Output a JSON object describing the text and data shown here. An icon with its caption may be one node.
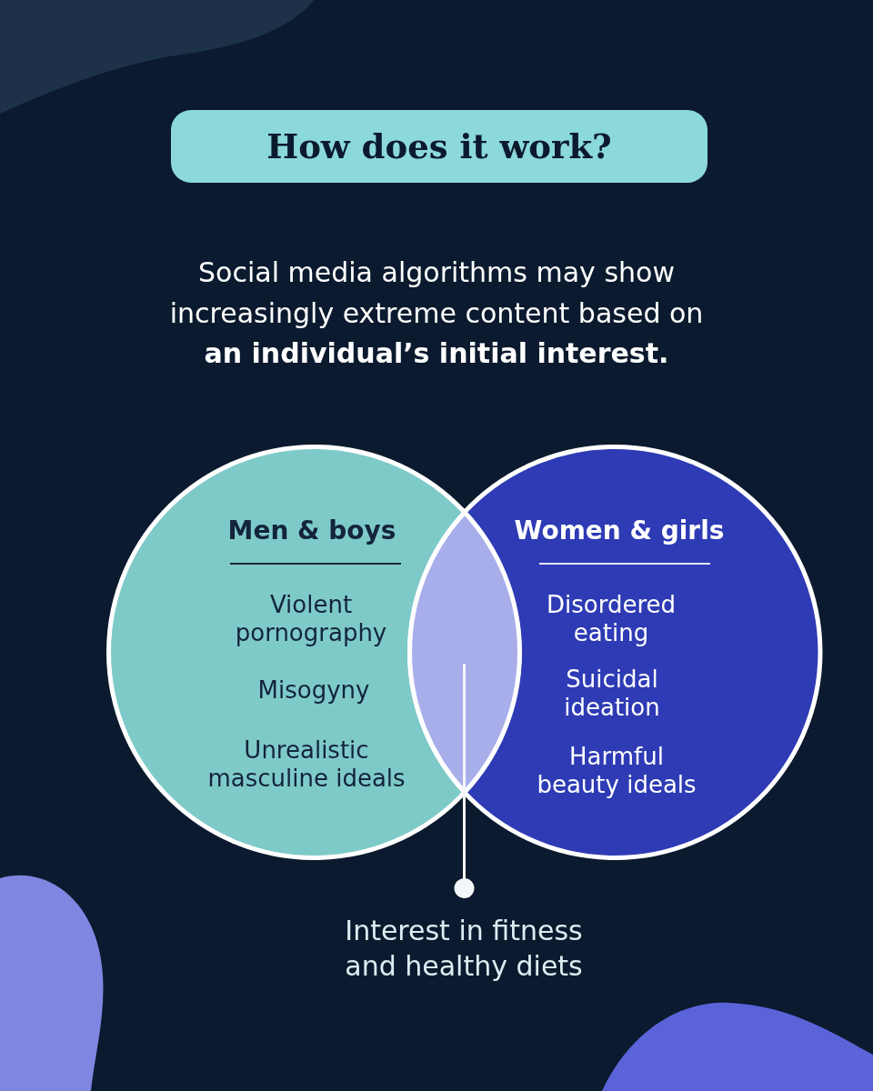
{
  "diagram": {
    "title": "How does it work?",
    "nodes": [
      {
        "text": [
          "Men & boys",
          "Violent pornography",
          "Misogyny",
          "Unrealistic masculine ideals"
        ]
      },
      {
        "text": [
          "Women & girls",
          "Disordered eating",
          "Suicidal ideation",
          "Harmful beauty ideals"
        ]
      },
      {
        "text": [],
        "shape": "lens"
      },
      {
        "text": [
          "Interest in fitness and healthy diets"
        ]
      }
    ],
    "edges": [
      {
        "from": 3,
        "to": 2,
        "arrow": "other"
      }
    ],
    "labels": [
      "Social media algorithms may show increasingly extreme content based on **an individual’s initial interest.**"
    ]
  }
}
